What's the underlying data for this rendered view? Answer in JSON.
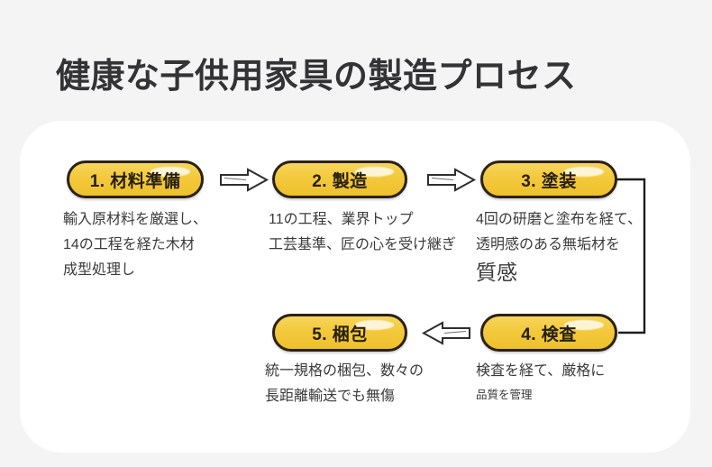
{
  "page": {
    "title": "健康な子供用家具の製造プロセス",
    "background_color": "#f4f4f5",
    "card_color": "#ffffff",
    "accent_color": "#f3c93c",
    "outline_color": "#2b2213",
    "text_color": "#3b3b3d"
  },
  "steps": [
    {
      "id": "step-1",
      "label": "1. 材料準備",
      "lines": [
        {
          "text": "輸入原材料を厳選し、",
          "size": "normal"
        },
        {
          "text": "14の工程を経た木材",
          "size": "normal"
        },
        {
          "text": "成型処理し",
          "size": "normal"
        }
      ]
    },
    {
      "id": "step-2",
      "label": "2. 製造",
      "lines": [
        {
          "text": "11の工程、業界トップ",
          "size": "normal"
        },
        {
          "text": "工芸基準、匠の心を受け継ぎ",
          "size": "normal"
        }
      ]
    },
    {
      "id": "step-3",
      "label": "3. 塗装",
      "lines": [
        {
          "text": "4回の研磨と塗布を経て、",
          "size": "normal"
        },
        {
          "text": "透明感のある無垢材を",
          "size": "normal"
        },
        {
          "text": "質感",
          "size": "big"
        }
      ]
    },
    {
      "id": "step-4",
      "label": "4. 検査",
      "lines": [
        {
          "text": "検査を経て、厳格に",
          "size": "normal"
        },
        {
          "text": "品質を管理",
          "size": "small"
        }
      ]
    },
    {
      "id": "step-5",
      "label": "5. 梱包",
      "lines": [
        {
          "text": "統一規格の梱包、数々の",
          "size": "normal"
        },
        {
          "text": "長距離輸送でも無傷",
          "size": "normal"
        }
      ]
    }
  ],
  "connectors": [
    {
      "id": "arrow-1-to-2",
      "direction": "right",
      "icon": "right-block-arrow-icon"
    },
    {
      "id": "arrow-2-to-3",
      "direction": "right",
      "icon": "right-block-arrow-icon"
    },
    {
      "id": "elbow-3-to-4",
      "direction": "down",
      "icon": "elbow-connector-icon"
    },
    {
      "id": "arrow-4-to-5",
      "direction": "left",
      "icon": "left-block-arrow-icon"
    }
  ]
}
